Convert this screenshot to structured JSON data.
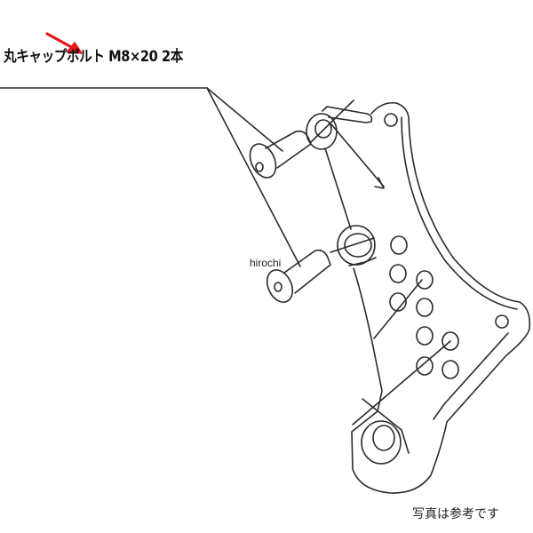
{
  "callout": {
    "label": "丸キャップボルト M8×20 2本",
    "arrow_color": "#e8141c"
  },
  "watermark": "hirochi",
  "caption": "写真は参考です",
  "colors": {
    "line": "#2a2a2a",
    "background": "#ffffff"
  }
}
